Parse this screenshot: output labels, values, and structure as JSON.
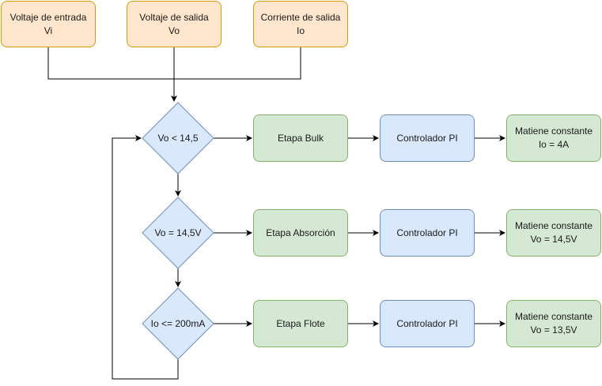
{
  "inputs": [
    {
      "line1": "Voltaje de entrada",
      "line2": "Vi"
    },
    {
      "line1": "Voltaje de salida",
      "line2": "Vo"
    },
    {
      "line1": "Corriente de salida",
      "line2": "Io"
    }
  ],
  "decisions": [
    "Vo < 14,5",
    "Vo = 14,5V",
    "Io <= 200mA"
  ],
  "stages": [
    "Etapa Bulk",
    "Etapa Absorción",
    "Etapa Flote"
  ],
  "controllers": [
    "Controlador PI",
    "Controlador PI",
    "Controlador PI"
  ],
  "results": [
    {
      "line1": "Matiene constante",
      "line2": "Io = 4A"
    },
    {
      "line1": "Matiene constante",
      "line2": "Vo = 14,5V"
    },
    {
      "line1": "Matiene constante",
      "line2": "Vo = 13,5V"
    }
  ],
  "colors": {
    "input_fill": "#ffe6cc",
    "input_stroke": "#d79b00",
    "stage_fill": "#d5e8d4",
    "stage_stroke": "#82b366",
    "decision_fill": "#dae8fc",
    "decision_stroke": "#6c8ebf",
    "edge": "#000000"
  }
}
